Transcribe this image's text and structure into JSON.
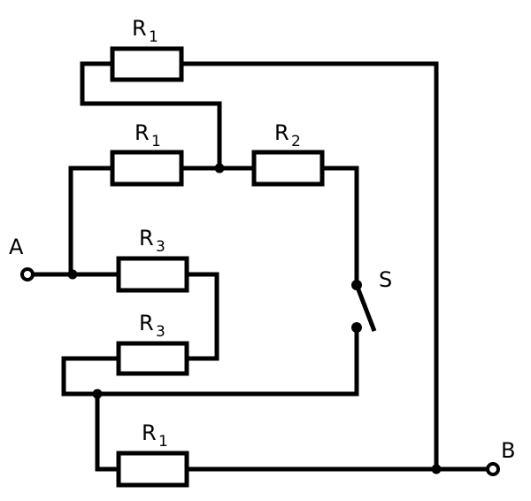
{
  "diagram": {
    "type": "electrical circuit schematic",
    "terminals": [
      {
        "id": "A",
        "label": "A"
      },
      {
        "id": "B",
        "label": "B"
      }
    ],
    "resistors": [
      {
        "id": "r1-top",
        "letter": "R",
        "subscript": "1"
      },
      {
        "id": "r1-middle",
        "letter": "R",
        "subscript": "1"
      },
      {
        "id": "r2",
        "letter": "R",
        "subscript": "2"
      },
      {
        "id": "r3-upper",
        "letter": "R",
        "subscript": "3"
      },
      {
        "id": "r3-lower",
        "letter": "R",
        "subscript": "3"
      },
      {
        "id": "r1-bottom",
        "letter": "R",
        "subscript": "1"
      }
    ],
    "switch": {
      "id": "S",
      "label": "S",
      "state": "open"
    },
    "colors": {
      "line": "#000000",
      "background": "#ffffff"
    }
  }
}
